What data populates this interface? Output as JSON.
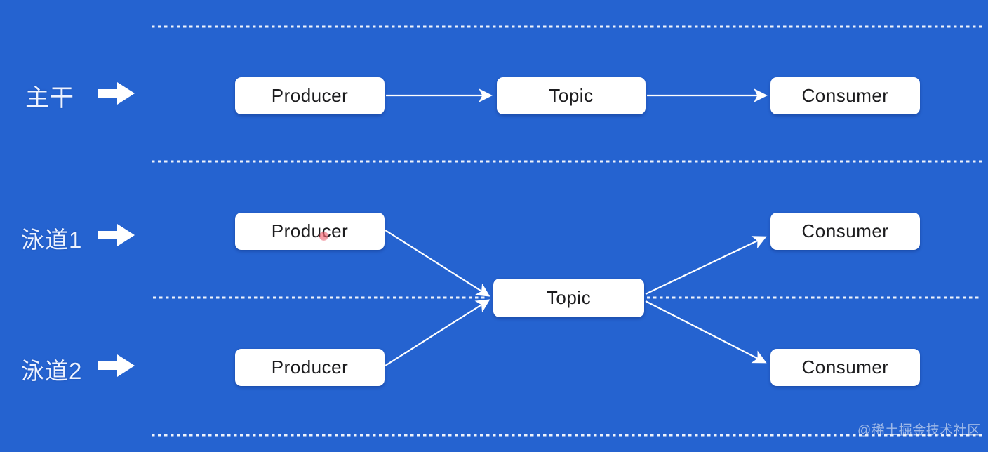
{
  "diagram": {
    "background_color": "#2563d0",
    "node_fill_color": "#ffffff",
    "node_text_color": "#1c1c1e",
    "line_color": "#ffffff",
    "laser_dot_color": "#e1283c"
  },
  "lanes": [
    {
      "id": "main",
      "label": "主干"
    },
    {
      "id": "lane1",
      "label": "泳道1"
    },
    {
      "id": "lane2",
      "label": "泳道2"
    }
  ],
  "icons": {
    "lane_arrow": "thick-right-arrow"
  },
  "nodes": {
    "main_producer": "Producer",
    "main_topic": "Topic",
    "main_consumer": "Consumer",
    "lane1_producer": "Producer",
    "lane1_consumer": "Consumer",
    "shared_topic": "Topic",
    "lane2_producer": "Producer",
    "lane2_consumer": "Consumer"
  },
  "watermark": "@稀土掘金技术社区"
}
